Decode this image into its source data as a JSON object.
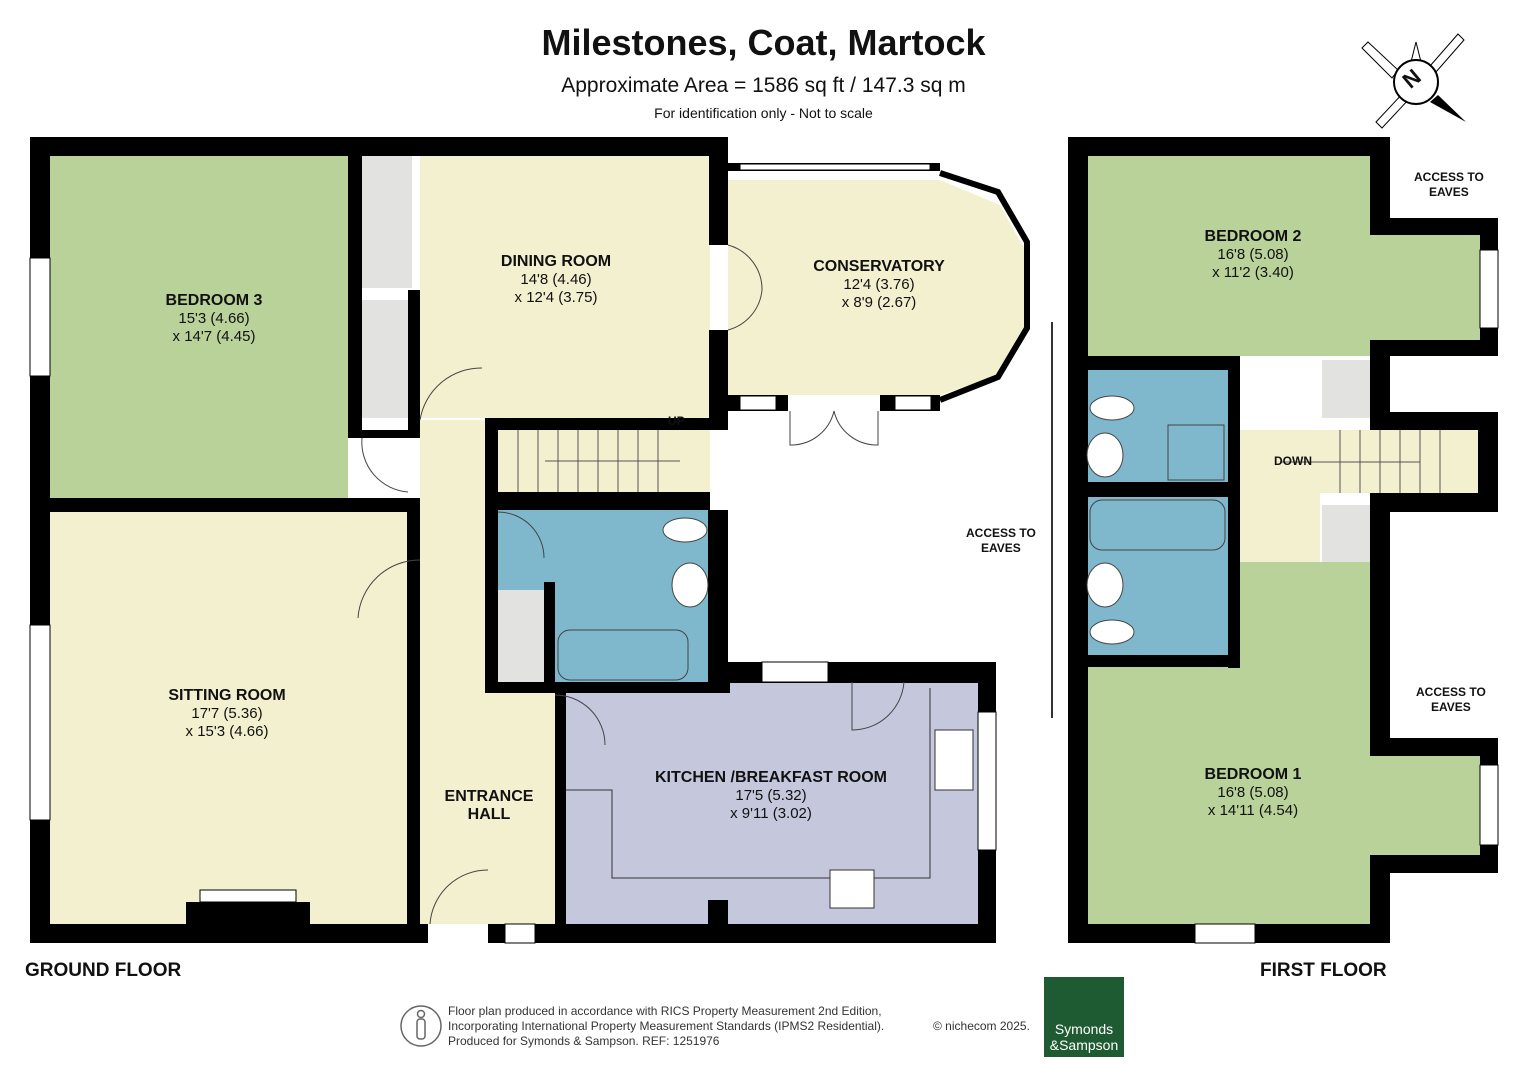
{
  "header": {
    "title": "Milestones, Coat, Martock",
    "area": "Approximate Area = 1586 sq ft / 147.3 sq m",
    "note": "For identification only - Not to scale"
  },
  "compass": {
    "label": "N"
  },
  "ground_floor": {
    "label": "GROUND FLOOR",
    "rooms": [
      {
        "name": "BEDROOM 3",
        "dim1": "15'3 (4.66)",
        "dim2": "x 14'7 (4.45)"
      },
      {
        "name": "DINING ROOM",
        "dim1": "14'8 (4.46)",
        "dim2": "x 12'4 (3.75)"
      },
      {
        "name": "CONSERVATORY",
        "dim1": "12'4 (3.76)",
        "dim2": "x 8'9 (2.67)"
      },
      {
        "name": "SITTING ROOM",
        "dim1": "17'7 (5.36)",
        "dim2": "x 15'3 (4.66)"
      },
      {
        "name": "KITCHEN /BREAKFAST ROOM",
        "dim1": "17'5 (5.32)",
        "dim2": "x 9'11 (3.02)"
      }
    ],
    "entrance_hall": [
      "ENTRANCE",
      "HALL"
    ],
    "stairs_label": "UP"
  },
  "first_floor": {
    "label": "FIRST FLOOR",
    "rooms": [
      {
        "name": "BEDROOM 2",
        "dim1": "16'8 (5.08)",
        "dim2": "x 11'2 (3.40)"
      },
      {
        "name": "BEDROOM 1",
        "dim1": "16'8 (5.08)",
        "dim2": "x 14'11 (4.54)"
      }
    ],
    "stairs_label": "DOWN",
    "eaves_labels": [
      [
        "ACCESS TO",
        "EAVES"
      ],
      [
        "ACCESS TO",
        "EAVES"
      ],
      [
        "ACCESS TO",
        "EAVES"
      ]
    ]
  },
  "footer": {
    "lines": [
      "Floor plan produced in accordance with RICS Property Measurement 2nd Edition,",
      "Incorporating International Property Measurement Standards (IPMS2 Residential).",
      "Produced for Symonds & Sampson.    REF: 1251976"
    ],
    "copyright": "© nichecom 2025.",
    "logo_line1": "Symonds",
    "logo_line2": "&Sampson"
  },
  "colors": {
    "wall": "#000000",
    "bedroom": "#b9d29a",
    "living": "#f3f0cf",
    "bathroom": "#7fb7cd",
    "kitchen": "#c5c7dd",
    "cupboard": "#e2e3e1",
    "logo": "#1e5b33"
  }
}
